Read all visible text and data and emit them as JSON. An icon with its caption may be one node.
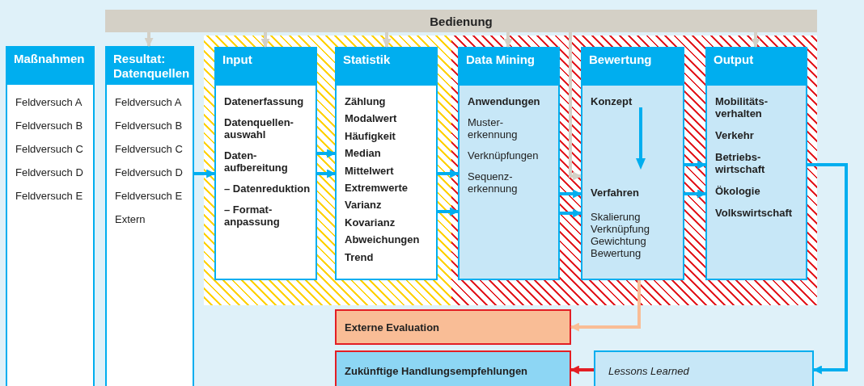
{
  "diagram": {
    "nodes": [
      {
        "text": [
          "Bedienung"
        ]
      },
      {
        "text": [
          "Maßnahmen",
          "Feldversuch A",
          "Feldversuch B",
          "Feldversuch C",
          "Feldversuch D",
          "Feldversuch E"
        ]
      },
      {
        "text": [
          "Resultat: Datenquellen",
          "Feldversuch A",
          "Feldversuch B",
          "Feldversuch C",
          "Feldversuch D",
          "Feldversuch E",
          "Extern"
        ]
      },
      {
        "text": [],
        "shape": "box"
      },
      {
        "text": [
          "Input",
          "Datenerfassung",
          "Datenquellen- auswahl",
          "Daten- aufbereitung",
          "– Datenreduktion",
          "– Format- anpassung"
        ],
        "in": 3
      },
      {
        "text": [
          "Statistik",
          "Zählung",
          "Modalwert",
          "Häufigkeit",
          "Median",
          "Mittelwert",
          "Extremwerte",
          "Varianz",
          "Kovarianz",
          "Abweichungen",
          "Trend"
        ],
        "in": 3
      },
      {
        "text": [],
        "shape": "box"
      },
      {
        "text": [
          "Data Mining",
          "Anwendungen",
          "Muster- erkennung",
          "Verknüpfungen",
          "Sequenz- erkennung"
        ],
        "in": 6
      },
      {
        "text": [
          "Bewertung",
          "Konzept",
          "Verfahren",
          "Skalierung",
          "Verknüpfung",
          "Gewichtung",
          "Bewertung"
        ],
        "in": 6
      },
      {
        "text": [
          "Output",
          "Mobilitäts- verhalten",
          "Verkehr",
          "Betriebs- wirtschaft",
          "Ökologie",
          "Volkswirtschaft"
        ],
        "in": 6
      },
      {
        "text": [
          "Externe Evaluation"
        ]
      },
      {
        "text": [
          "Zukünftige Handlungsempfehlungen"
        ]
      },
      {
        "text": [
          "Lessons Learned"
        ]
      }
    ],
    "edges": [
      {
        "from": 0,
        "to": 2,
        "arrow": "to",
        "color": "#d4d0c6"
      },
      {
        "from": 0,
        "to": 4,
        "arrow": "to",
        "color": "#d4d0c6"
      },
      {
        "from": 0,
        "to": 5,
        "arrow": "to",
        "color": "#d4d0c6"
      },
      {
        "from": 0,
        "to": 7,
        "arrow": "to",
        "color": "#d4d0c6"
      },
      {
        "from": 0,
        "to": 8,
        "arrow": "to",
        "color": "#d4d0c6"
      },
      {
        "from": 0,
        "to": 9,
        "arrow": "to",
        "color": "#d4d0c6"
      },
      {
        "from": 2,
        "to": 4,
        "arrow": "to"
      },
      {
        "from": 4,
        "to": 5,
        "arrow": "to"
      },
      {
        "from": 4,
        "to": 5,
        "arrow": "to"
      },
      {
        "from": 5,
        "to": 7,
        "arrow": "to"
      },
      {
        "from": 5,
        "to": 7,
        "arrow": "to"
      },
      {
        "from": 7,
        "to": 8,
        "arrow": "to"
      },
      {
        "from": 7,
        "to": 8,
        "arrow": "to"
      },
      {
        "from": 8,
        "to": 9,
        "arrow": "to"
      },
      {
        "from": 8,
        "to": 9,
        "arrow": "to"
      },
      {
        "from": 9,
        "to": 12,
        "arrow": "to"
      },
      {
        "from": 8,
        "to": 10,
        "arrow": "to",
        "color": "#f9bd96"
      },
      {
        "from": 12,
        "to": 11,
        "arrow": "to",
        "color": "#e31e24"
      }
    ]
  }
}
